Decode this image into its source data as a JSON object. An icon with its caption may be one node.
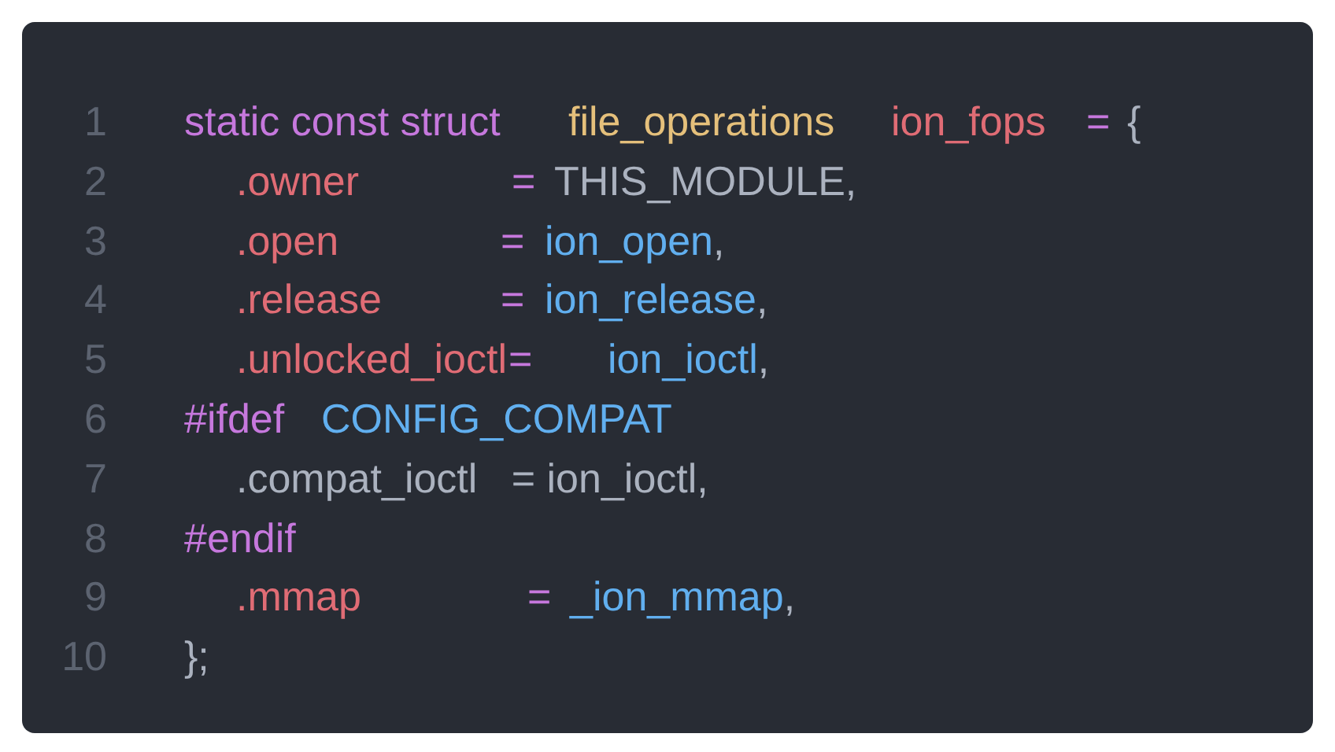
{
  "diagram": {
    "labels": [
      "1",
      "static const struct",
      "file_operations",
      "ion_fops",
      "=",
      "{",
      "2",
      ".owner",
      "=",
      "THIS_MODULE,",
      "3",
      ".open",
      "=",
      "ion_open",
      ",",
      "4",
      ".release",
      "=",
      "ion_release",
      ",",
      "5",
      ".unlocked_ioctl",
      "=",
      "ion_ioctl",
      ",",
      "6",
      "#ifdef",
      "CONFIG_COMPAT",
      "7",
      ".compat_ioctl   = ion_ioctl,",
      "8",
      "#endif",
      "9",
      ".mmap",
      "=",
      "_ion_mmap",
      ",",
      "10",
      "};"
    ]
  }
}
